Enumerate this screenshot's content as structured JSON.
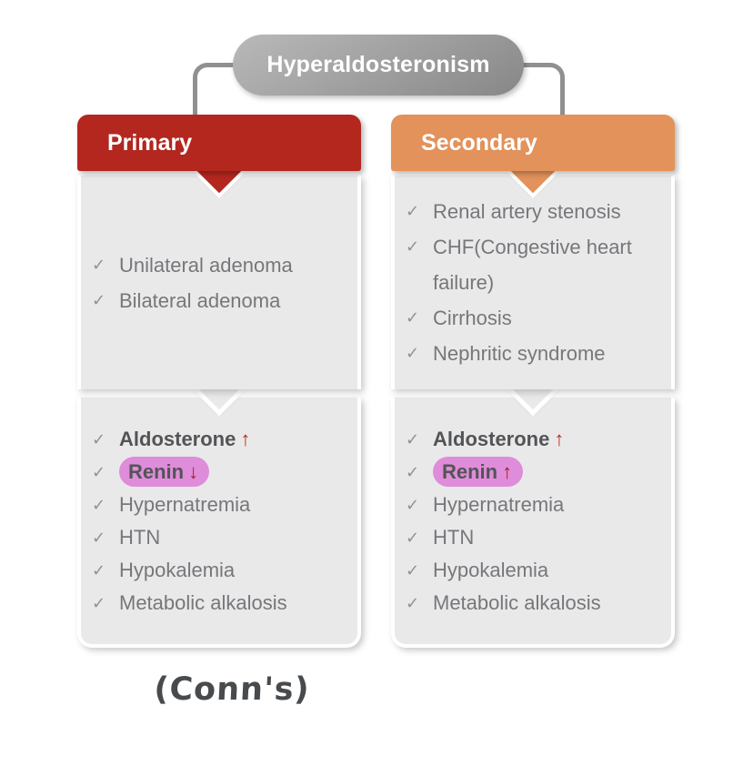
{
  "node": {
    "title": "Hyperaldosteronism"
  },
  "icons": {
    "check": "✓"
  },
  "colors": {
    "primary_header": "#b3271f",
    "secondary_header": "#e2925a",
    "node_gray": "#9c9c9c",
    "connector_gray": "#8e9092",
    "box_gray": "#e9e9ea",
    "highlight": "#df8cda",
    "arrow_red": "#bd2a1f"
  },
  "columns": [
    {
      "label": "Primary",
      "causes": [
        "Unilateral adenoma",
        "Bilateral adenoma"
      ],
      "findings": [
        {
          "text": "Aldosterone",
          "arrow": "↑"
        },
        {
          "text": "Renin",
          "arrow": "↓",
          "highlight": true
        },
        {
          "text": "Hypernatremia"
        },
        {
          "text": "HTN"
        },
        {
          "text": "Hypokalemia"
        },
        {
          "text": "Metabolic alkalosis"
        }
      ]
    },
    {
      "label": "Secondary",
      "causes": [
        "Renal artery stenosis",
        "CHF(Congestive heart failure)",
        "Cirrhosis",
        "Nephritic syndrome"
      ],
      "findings": [
        {
          "text": "Aldosterone",
          "arrow": "↑"
        },
        {
          "text": "Renin",
          "arrow": "↑",
          "highlight": true
        },
        {
          "text": "Hypernatremia"
        },
        {
          "text": "HTN"
        },
        {
          "text": "Hypokalemia"
        },
        {
          "text": "Metabolic alkalosis"
        }
      ]
    }
  ],
  "annotation": "(Conn's)"
}
